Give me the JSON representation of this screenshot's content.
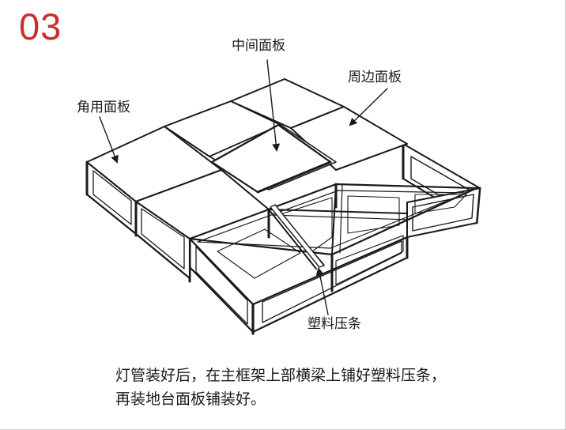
{
  "step_number": "03",
  "colors": {
    "step_number": "#c9302c",
    "line": "#1a1a1a",
    "panel": "#ffffff",
    "frame_inner": "#b5b5b5"
  },
  "callouts": {
    "middle_panel": "中间面板",
    "perimeter_panel": "周边面板",
    "corner_panel": "角用面板",
    "plastic_strip": "塑料压条"
  },
  "caption": {
    "line1": "灯管装好后，在主框架上部横梁上铺好塑料压条，",
    "line2": "再装地台面板铺装好。"
  }
}
